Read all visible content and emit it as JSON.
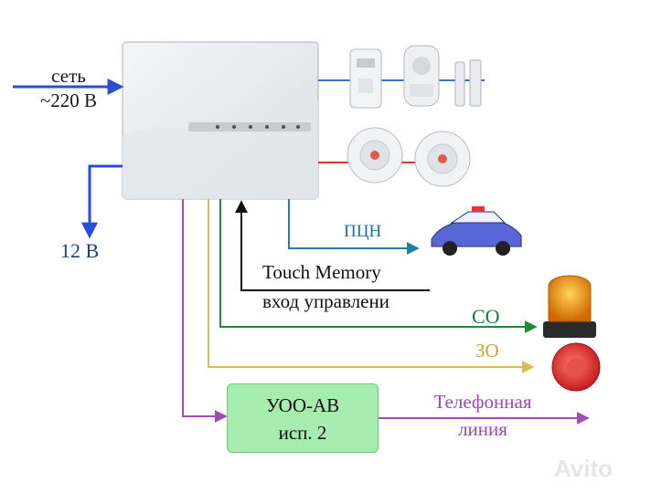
{
  "labels": {
    "power_line1": "сеть",
    "power_line2": "~220 В",
    "output_12v": "12 В",
    "pcn": "ПЦН",
    "touch_memory": "Touch Memory",
    "control_input": "вход управлени",
    "co": "СО",
    "zo": "ЗО",
    "uoo_line1": "УОО-АВ",
    "uoo_line2": "исп. 2",
    "phone_line1": "Телефонная",
    "phone_line2": "линия"
  },
  "watermark": "Avito",
  "colors": {
    "power": "#2a4cd6",
    "pcn_line": "#1f7fa5",
    "touch_memory_line": "#111111",
    "co_line": "#1e8a3a",
    "zo_line": "#d2bf55",
    "phone_line": "#a24ab8",
    "security_bus": "#3a6fd0",
    "fire_bus": "#d23a2a",
    "uoo_box": "#a7ecaf"
  },
  "icons": [
    "control-panel-icon",
    "motion-detector-icon",
    "glass-break-detector-icon",
    "magnetic-contact-icon",
    "smoke-detector-icon",
    "police-car-icon",
    "strobe-light-icon",
    "siren-icon"
  ]
}
